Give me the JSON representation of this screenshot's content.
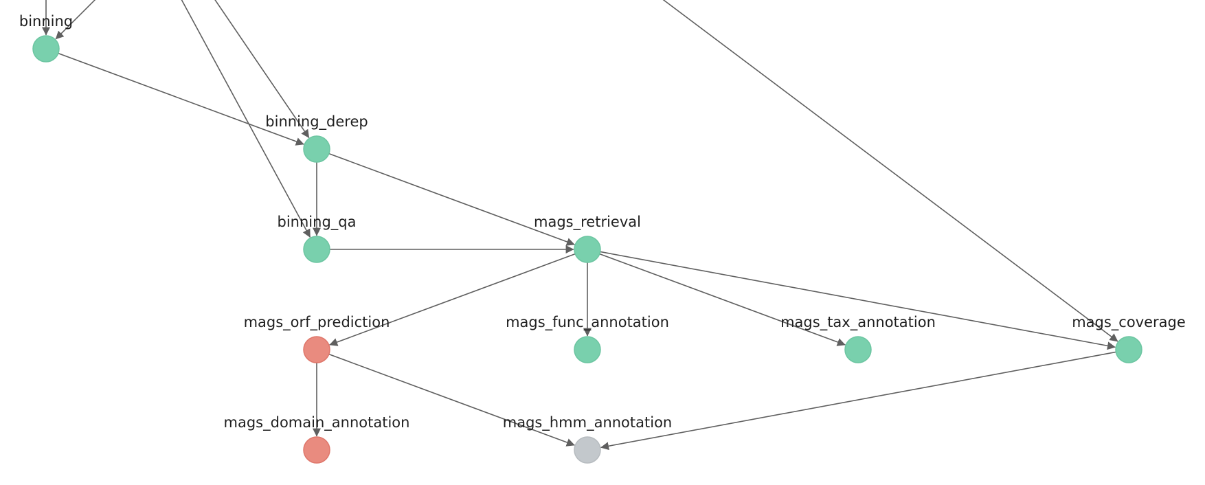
{
  "colors": {
    "success": "#79d0ad",
    "success_stroke": "#6cc5a1",
    "failed": "#e98b7f",
    "failed_stroke": "#df766a",
    "pending": "#c3c8cc",
    "pending_stroke": "#b6bbbf",
    "edge": "#5f5f5f"
  },
  "nodes": [
    {
      "id": "binning",
      "label": "binning",
      "status": "success"
    },
    {
      "id": "binning_derep",
      "label": "binning_derep",
      "status": "success"
    },
    {
      "id": "binning_qa",
      "label": "binning_qa",
      "status": "success"
    },
    {
      "id": "mags_retrieval",
      "label": "mags_retrieval",
      "status": "success"
    },
    {
      "id": "mags_orf_prediction",
      "label": "mags_orf_prediction",
      "status": "failed"
    },
    {
      "id": "mags_func_annotation",
      "label": "mags_func_annotation",
      "status": "success"
    },
    {
      "id": "mags_tax_annotation",
      "label": "mags_tax_annotation",
      "status": "success"
    },
    {
      "id": "mags_coverage",
      "label": "mags_coverage",
      "status": "success"
    },
    {
      "id": "mags_domain_annotation",
      "label": "mags_domain_annotation",
      "status": "failed"
    },
    {
      "id": "mags_hmm_annotation",
      "label": "mags_hmm_annotation",
      "status": "pending"
    }
  ],
  "edges": [
    {
      "from": "binning",
      "to": "binning_derep"
    },
    {
      "from": "binning_derep",
      "to": "binning_qa"
    },
    {
      "from": "binning_derep",
      "to": "mags_retrieval"
    },
    {
      "from": "binning_qa",
      "to": "mags_retrieval"
    },
    {
      "from": "mags_retrieval",
      "to": "mags_orf_prediction"
    },
    {
      "from": "mags_retrieval",
      "to": "mags_func_annotation"
    },
    {
      "from": "mags_retrieval",
      "to": "mags_tax_annotation"
    },
    {
      "from": "mags_retrieval",
      "to": "mags_coverage"
    },
    {
      "from": "mags_orf_prediction",
      "to": "mags_domain_annotation"
    },
    {
      "from": "mags_orf_prediction",
      "to": "mags_hmm_annotation"
    },
    {
      "from": "mags_coverage",
      "to": "mags_hmm_annotation"
    }
  ],
  "offscreen_edges": [
    {
      "to": "binning"
    },
    {
      "to": "binning"
    },
    {
      "to": "binning_derep"
    },
    {
      "to": "binning_qa"
    },
    {
      "to": "mags_coverage"
    }
  ]
}
